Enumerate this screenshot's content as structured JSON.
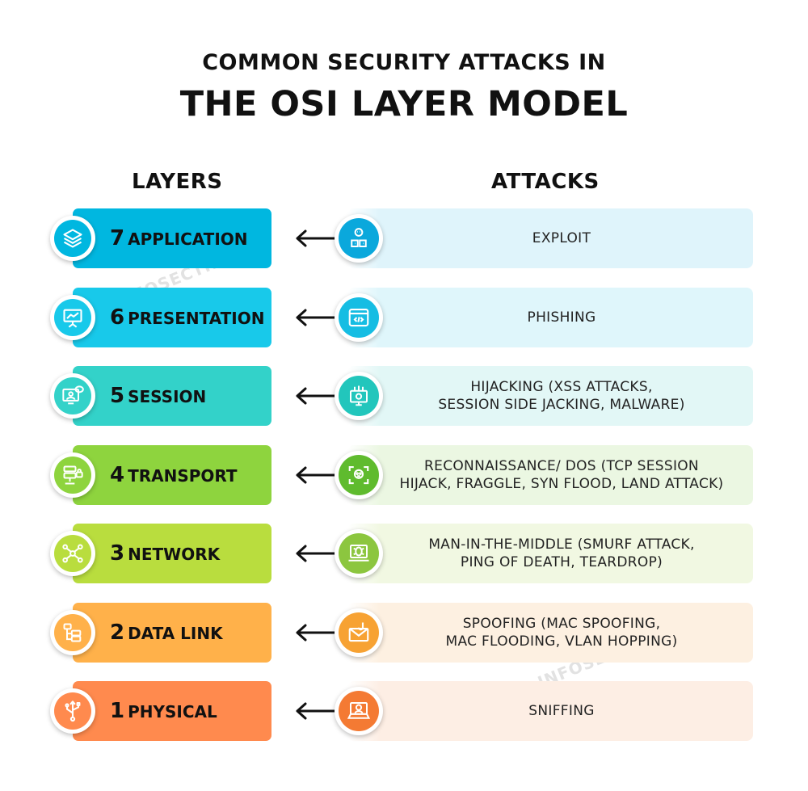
{
  "title": {
    "line1": "COMMON SECURITY ATTACKS IN",
    "line2": "THE OSI LAYER MODEL"
  },
  "columns": {
    "layers": "LAYERS",
    "attacks": "ATTACKS"
  },
  "watermark": "INFOSECTRAIN",
  "rows": [
    {
      "number": "7",
      "name": "APPLICATION",
      "layer_color": "#00b7e0",
      "attack_bg": "#dff4fb",
      "accent": "#0aa8dc",
      "layer_icon": "layers-icon",
      "attack_icon": "hacker-icon",
      "attack_lines": [
        "EXPLOIT"
      ]
    },
    {
      "number": "6",
      "name": "PRESENTATION",
      "layer_color": "#18c9ea",
      "attack_bg": "#dff6fb",
      "accent": "#16bde3",
      "layer_icon": "presentation-board-icon",
      "attack_icon": "browser-code-icon",
      "attack_lines": [
        "PHISHING"
      ]
    },
    {
      "number": "5",
      "name": "SESSION",
      "layer_color": "#33d2c9",
      "attack_bg": "#e2f7f6",
      "accent": "#22c6bc",
      "layer_icon": "user-monitor-icon",
      "attack_icon": "circuit-monitor-icon",
      "attack_lines": [
        "HIJACKING (XSS ATTACKS,",
        "SESSION SIDE JACKING, MALWARE)"
      ]
    },
    {
      "number": "4",
      "name": "TRANSPORT",
      "layer_color": "#8ed43e",
      "attack_bg": "#ebf7e2",
      "accent": "#5fbb2e",
      "layer_icon": "server-lock-icon",
      "attack_icon": "face-scan-icon",
      "attack_lines": [
        "RECONNAISSANCE/ DOS (TCP SESSION",
        "HIJACK, FRAGGLE, SYN FLOOD, LAND ATTACK)"
      ]
    },
    {
      "number": "3",
      "name": "NETWORK",
      "layer_color": "#b9dd3e",
      "attack_bg": "#f1f8e2",
      "accent": "#8cc63f",
      "layer_icon": "network-nodes-icon",
      "attack_icon": "bug-laptop-icon",
      "attack_lines": [
        "MAN-IN-THE-MIDDLE (SMURF ATTACK,",
        "PING OF DEATH, TEARDROP)"
      ]
    },
    {
      "number": "2",
      "name": "DATA LINK",
      "layer_color": "#ffb14a",
      "attack_bg": "#fdf0e1",
      "accent": "#f7a233",
      "layer_icon": "folder-tree-icon",
      "attack_icon": "email-hook-icon",
      "attack_lines": [
        "SPOOFING (MAC SPOOFING,",
        "MAC FLOODING, VLAN HOPPING)"
      ]
    },
    {
      "number": "1",
      "name": "PHYSICAL",
      "layer_color": "#ff8a4e",
      "attack_bg": "#fdeee4",
      "accent": "#f47a33",
      "layer_icon": "usb-icon",
      "attack_icon": "hacker-laptop-icon",
      "attack_lines": [
        "SNIFFING"
      ]
    }
  ]
}
